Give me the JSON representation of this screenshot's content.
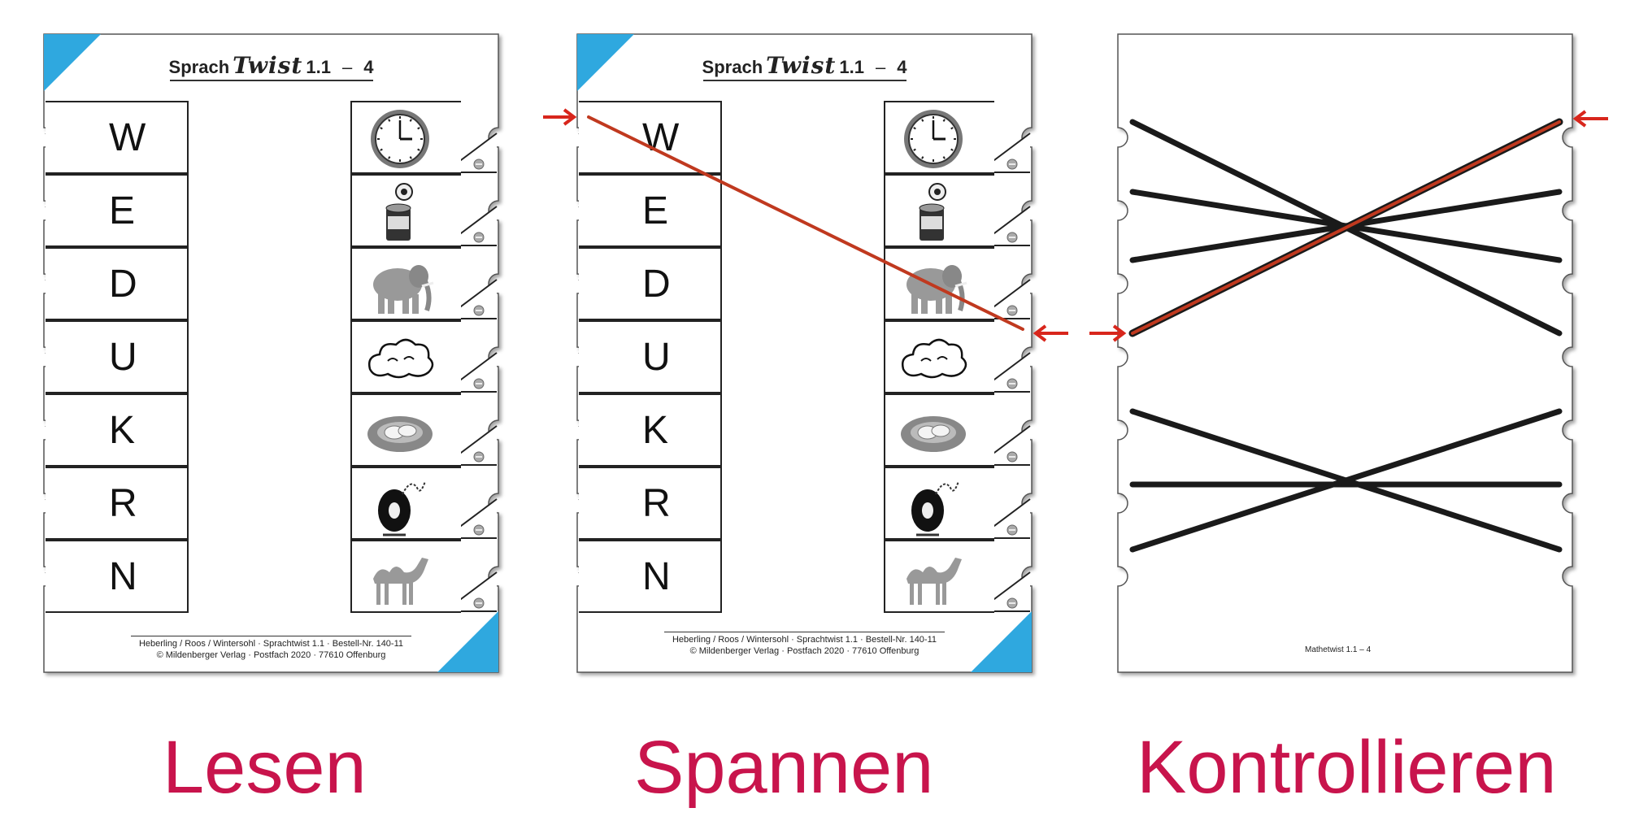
{
  "header": {
    "brand_left": "Sprach",
    "brand_logo": "Twist",
    "version": "1.1",
    "dash": "–",
    "card_number": "4"
  },
  "letters": [
    "W",
    "E",
    "D",
    "U",
    "K",
    "R",
    "N"
  ],
  "pictures": [
    {
      "icon": "clock-icon"
    },
    {
      "icon": "tin-can-icon"
    },
    {
      "icon": "elephant-icon"
    },
    {
      "icon": "cloud-icon"
    },
    {
      "icon": "nest-icon"
    },
    {
      "icon": "wheel-icon"
    },
    {
      "icon": "camel-icon"
    }
  ],
  "footer": {
    "line1": "Heberling / Roos / Wintersohl · Sprachtwist 1.1 · Bestell-Nr. 140-11",
    "line2": "© Mildenberger Verlag · Postfach 2020 · 77610 Offenburg"
  },
  "control_card": {
    "footer_text": "Mathetwist 1.1 –   4"
  },
  "steps": {
    "step1": "Lesen",
    "step2": "Spannen",
    "step3": "Kontrollieren"
  },
  "colors": {
    "corner_blue": "#2fa8df",
    "caption": "#c8144c",
    "string_red": "#c0391f",
    "arrow_red": "#d8261c",
    "string_black": "#1a1a1a"
  }
}
